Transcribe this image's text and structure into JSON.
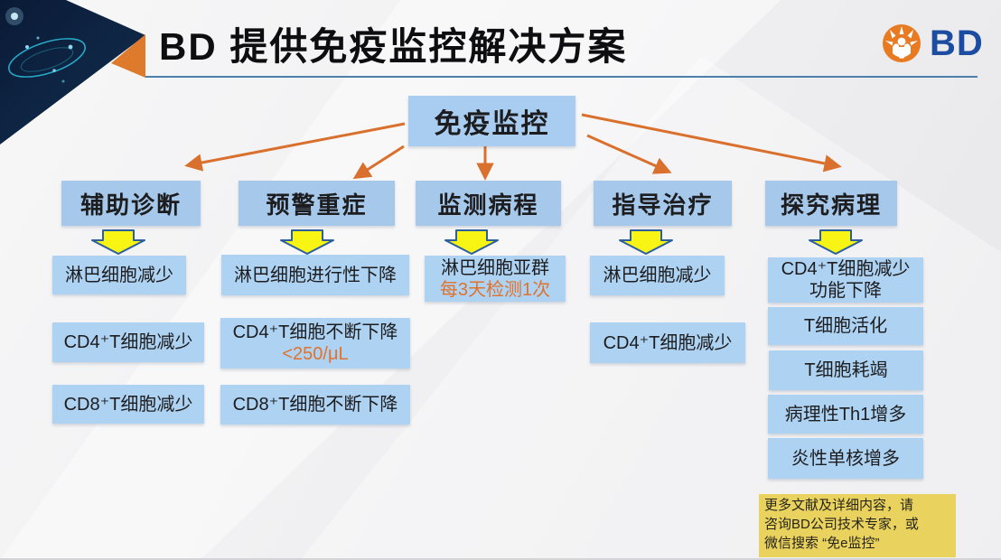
{
  "header": {
    "title": "BD 提供免疫监控解决方案",
    "logo": {
      "text": "BD",
      "icon": "bd-sunburst-icon"
    }
  },
  "diagram": {
    "root": {
      "label": "免疫监控"
    },
    "columns": [
      {
        "header": "辅助诊断",
        "items": [
          {
            "line1": "淋巴细胞减少"
          },
          {
            "line1": "CD4⁺T细胞减少"
          },
          {
            "line1": "CD8⁺T细胞减少"
          }
        ]
      },
      {
        "header": "预警重症",
        "items": [
          {
            "line1": "淋巴细胞进行性下降"
          },
          {
            "line1": "CD4⁺T细胞不断下降",
            "line2": "<250/μL"
          },
          {
            "line1": "CD8⁺T细胞不断下降"
          }
        ]
      },
      {
        "header": "监测病程",
        "items": [
          {
            "line1": "淋巴细胞亚群",
            "line2": "每3天检测1次"
          }
        ]
      },
      {
        "header": "指导治疗",
        "items": [
          {
            "line1": "淋巴细胞减少"
          },
          {
            "line1": "CD4⁺T细胞减少"
          }
        ]
      },
      {
        "header": "探究病理",
        "items": [
          {
            "line1": "CD4⁺T细胞减少",
            "line2": "功能下降"
          },
          {
            "line1": "T细胞活化"
          },
          {
            "line1": "T细胞耗竭"
          },
          {
            "line1": "病理性Th1增多"
          },
          {
            "line1": "炎性单核增多"
          }
        ]
      }
    ]
  },
  "note": {
    "lines": [
      "更多文献及详细内容，请",
      "咨询BD公司技术专家，或",
      "微信搜索 “免e监控”"
    ]
  },
  "colors": {
    "node_blue": "#a8cdf0",
    "item_blue": "#aed2f2",
    "connector_orange": "#d9702d",
    "highlight_orange": "#e0722c",
    "arrow_yellow": "#f8f414",
    "arrow_outline": "#2c5f9e",
    "note_yellow": "#e9d35e",
    "logo_orange": "#e87a22",
    "logo_blue": "#1c4da1",
    "corner_navy": "#0b1831"
  }
}
